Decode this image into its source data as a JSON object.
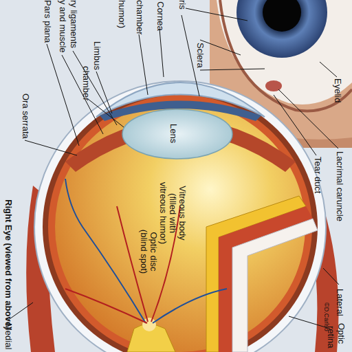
{
  "diagram": {
    "title": "Right Eye (viewed from above)",
    "labels": [
      "ris",
      "Cornea",
      "chamber",
      "humor)",
      "Limbus",
      "ry ligaments",
      "y and muscle",
      "chamber",
      "Pars plana",
      "Ora serrata",
      "Sclera",
      "Lens",
      "Vitreous body (filled with vitreous humor)",
      "Optic disc (blind spot)",
      "Eyelid",
      "Lacrimal caruncle",
      "Tear duct",
      "Medial",
      "Lateral",
      "Optic",
      "retina",
      "©D.Carlso"
    ]
  }
}
